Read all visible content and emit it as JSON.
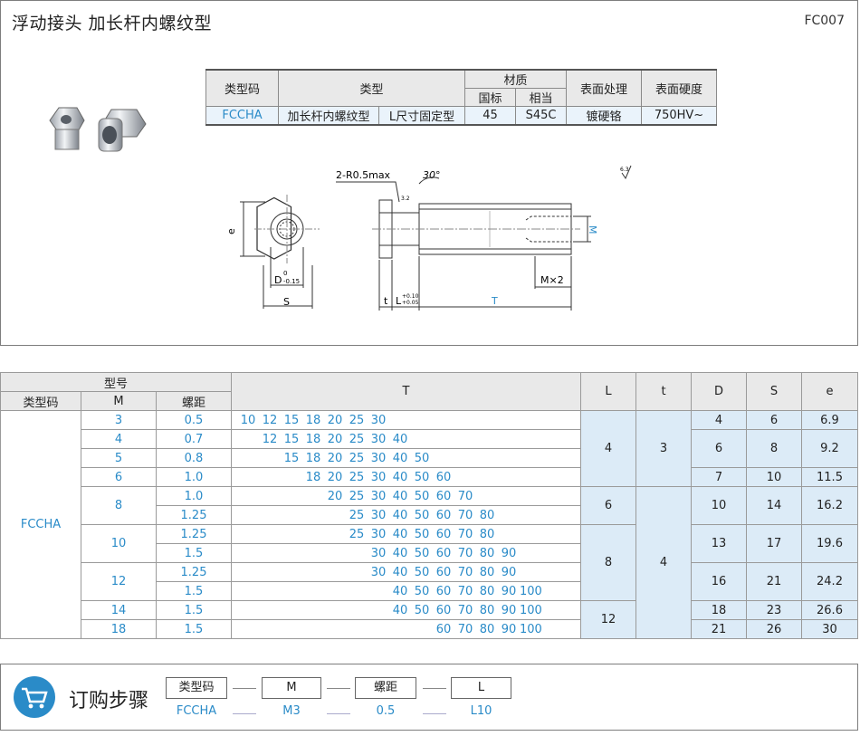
{
  "page": {
    "title": "浮动接头  加长杆内螺纹型",
    "code": "FC007"
  },
  "spec_table": {
    "headers": {
      "type_code": "类型码",
      "type": "类型",
      "material": "材质",
      "mat_std": "国标",
      "mat_eq": "相当",
      "surface": "表面处理",
      "hardness": "表面硬度"
    },
    "row": {
      "type_code": "FCCHA",
      "type1": "加长杆内螺纹型",
      "type2": "L尺寸固定型",
      "mat_std": "45",
      "mat_eq": "S45C",
      "surface": "镀硬铬",
      "hardness": "750HV~"
    }
  },
  "drawing": {
    "chamfer": "2-R0.5max",
    "angle": "30°",
    "e": "e",
    "D": "D",
    "D_tol_up": "0",
    "D_tol_low": "-0.15",
    "S": "S",
    "M": "M",
    "Mx2": "M×2",
    "t": "t",
    "L": "L",
    "L_tol_up": "+0.10",
    "L_tol_low": "+0.05",
    "T": "T",
    "rough1": "3.2",
    "rough2": "6.3"
  },
  "dim_table": {
    "headers": {
      "model": "型号",
      "type_code": "类型码",
      "M": "M",
      "pitch": "螺距",
      "T": "T",
      "L": "L",
      "t": "t",
      "D": "D",
      "S": "S",
      "e": "e"
    },
    "type_code": "FCCHA",
    "rows": [
      {
        "M": "3",
        "pitch": "0.5",
        "T": [
          "10",
          "12",
          "15",
          "18",
          "20",
          "25",
          "30"
        ],
        "T_start": 0
      },
      {
        "M": "4",
        "pitch": "0.7",
        "T": [
          "12",
          "15",
          "18",
          "20",
          "25",
          "30",
          "40"
        ],
        "T_start": 1
      },
      {
        "M": "5",
        "pitch": "0.8",
        "T": [
          "15",
          "18",
          "20",
          "25",
          "30",
          "40",
          "50"
        ],
        "T_start": 2
      },
      {
        "M": "6",
        "pitch": "1.0",
        "T": [
          "18",
          "20",
          "25",
          "30",
          "40",
          "50",
          "60"
        ],
        "T_start": 3
      },
      {
        "M": "8",
        "pitch": "1.0",
        "T": [
          "20",
          "25",
          "30",
          "40",
          "50",
          "60",
          "70"
        ],
        "T_start": 4
      },
      {
        "M": "",
        "pitch": "1.25",
        "T": [
          "25",
          "30",
          "40",
          "50",
          "60",
          "70",
          "80"
        ],
        "T_start": 5
      },
      {
        "M": "10",
        "pitch": "1.25",
        "T": [
          "25",
          "30",
          "40",
          "50",
          "60",
          "70",
          "80"
        ],
        "T_start": 5
      },
      {
        "M": "",
        "pitch": "1.5",
        "T": [
          "30",
          "40",
          "50",
          "60",
          "70",
          "80",
          "90"
        ],
        "T_start": 6
      },
      {
        "M": "12",
        "pitch": "1.25",
        "T": [
          "30",
          "40",
          "50",
          "60",
          "70",
          "80",
          "90"
        ],
        "T_start": 6
      },
      {
        "M": "",
        "pitch": "1.5",
        "T": [
          "40",
          "50",
          "60",
          "70",
          "80",
          "90",
          "100"
        ],
        "T_start": 7
      },
      {
        "M": "14",
        "pitch": "1.5",
        "T": [
          "40",
          "50",
          "60",
          "70",
          "80",
          "90",
          "100"
        ],
        "T_start": 7
      },
      {
        "M": "18",
        "pitch": "1.5",
        "T": [
          "60",
          "70",
          "80",
          "90",
          "100"
        ],
        "T_start": 9
      }
    ],
    "L_groups": [
      "4",
      "6",
      "8",
      "12"
    ],
    "t_groups": [
      "3",
      "4"
    ],
    "D_vals": [
      "4",
      "6",
      "7",
      "10",
      "13",
      "16",
      "18",
      "21"
    ],
    "S_vals": [
      "6",
      "8",
      "10",
      "14",
      "17",
      "21",
      "23",
      "26"
    ],
    "e_vals": [
      "6.9",
      "9.2",
      "11.5",
      "16.2",
      "19.6",
      "24.2",
      "26.6",
      "30"
    ]
  },
  "order": {
    "title": "订购步骤",
    "fields": [
      {
        "label": "类型码",
        "value": "FCCHA"
      },
      {
        "label": "M",
        "value": "M3"
      },
      {
        "label": "螺距",
        "value": "0.5"
      },
      {
        "label": "L",
        "value": "L10"
      }
    ]
  }
}
